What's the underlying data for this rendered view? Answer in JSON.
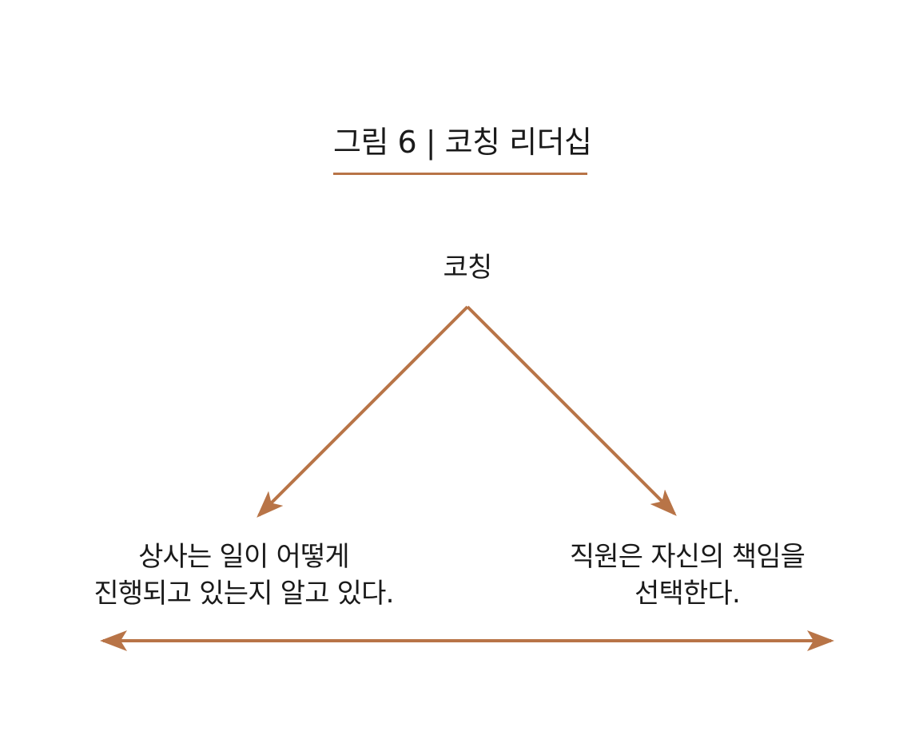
{
  "figure": {
    "title": "그림 6 | 코칭 리더십",
    "accent_color": "#b87447"
  },
  "diagram": {
    "top_node": {
      "label": "코칭"
    },
    "left_node": {
      "lines": [
        "상사는 일이 어떻게",
        "진행되고 있는지 알고 있다."
      ]
    },
    "right_node": {
      "lines": [
        "직원은 자신의 책임을",
        "선택한다."
      ]
    },
    "arrows": [
      {
        "from": "top_node",
        "to": "left_node",
        "kind": "single-head"
      },
      {
        "from": "top_node",
        "to": "right_node",
        "kind": "single-head"
      },
      {
        "from": "left_node",
        "to": "right_node",
        "kind": "double-head"
      }
    ]
  }
}
